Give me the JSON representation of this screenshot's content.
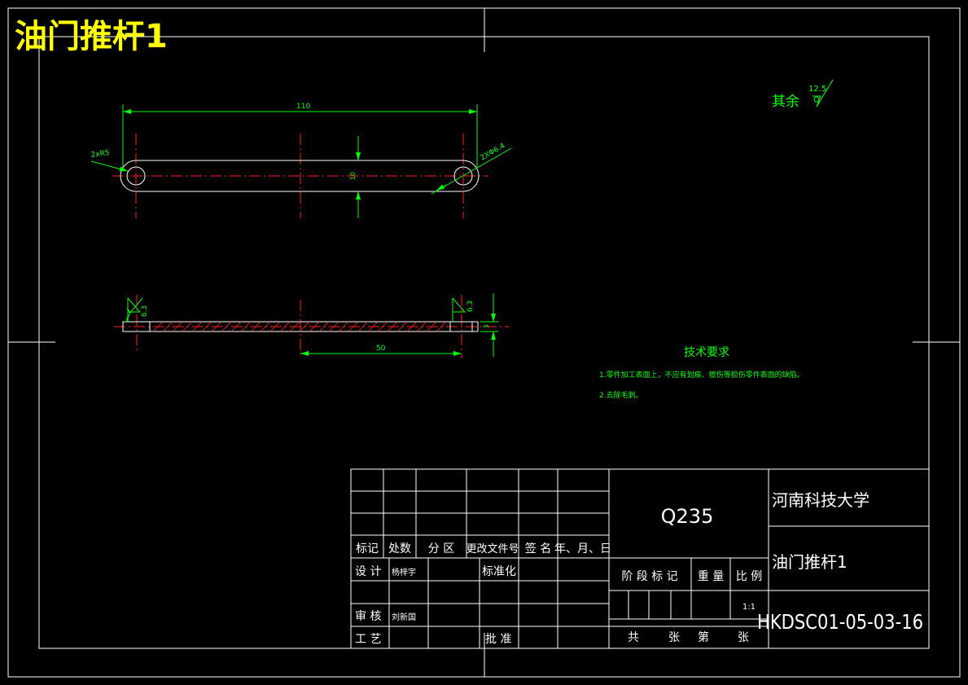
{
  "header_title": "油门推杆1",
  "surface_finish_other": {
    "label": "其余",
    "value": "12.5"
  },
  "front_view": {
    "overall_length": "110",
    "left_hole_callout": "2xR5",
    "right_hole_callout": "2XΦ6.4",
    "center_height": "10"
  },
  "side_view": {
    "roughness_left": "6.3",
    "roughness_right": "6.3",
    "thickness": "3",
    "half_length": "50"
  },
  "tech_requirements": {
    "title": "技术要求",
    "items": [
      "1.零件加工表面上，不应有划痕、擦伤等损伤零件表面的缺陷。",
      "2.去除毛刺。"
    ]
  },
  "title_block": {
    "headers": [
      "标记",
      "处数",
      "分 区",
      "更改文件号",
      "签 名",
      "年、月、日"
    ],
    "design_label": "设 计",
    "design_name": "杨梓宇",
    "standardize_label": "标准化",
    "review_label": "审 核",
    "review_name": "刘新国",
    "process_label": "工 艺",
    "approve_label": "批 准",
    "stage_label": "阶 段 标 记",
    "weight_label": "重 量",
    "scale_label": "比 例",
    "scale_value": "1:1",
    "sheet_total": "共",
    "sheet_unit1": "张",
    "sheet_no": "第",
    "sheet_unit2": "张",
    "material": "Q235",
    "organization": "河南科技大学",
    "part_name": "油门推杆1",
    "drawing_number": "HKDSC01-05-03-16"
  },
  "colors": {
    "background": "#000000",
    "lines": "#ffffff",
    "dimension": "#00ff00",
    "center": "#ff2020",
    "title": "#ffff00"
  }
}
